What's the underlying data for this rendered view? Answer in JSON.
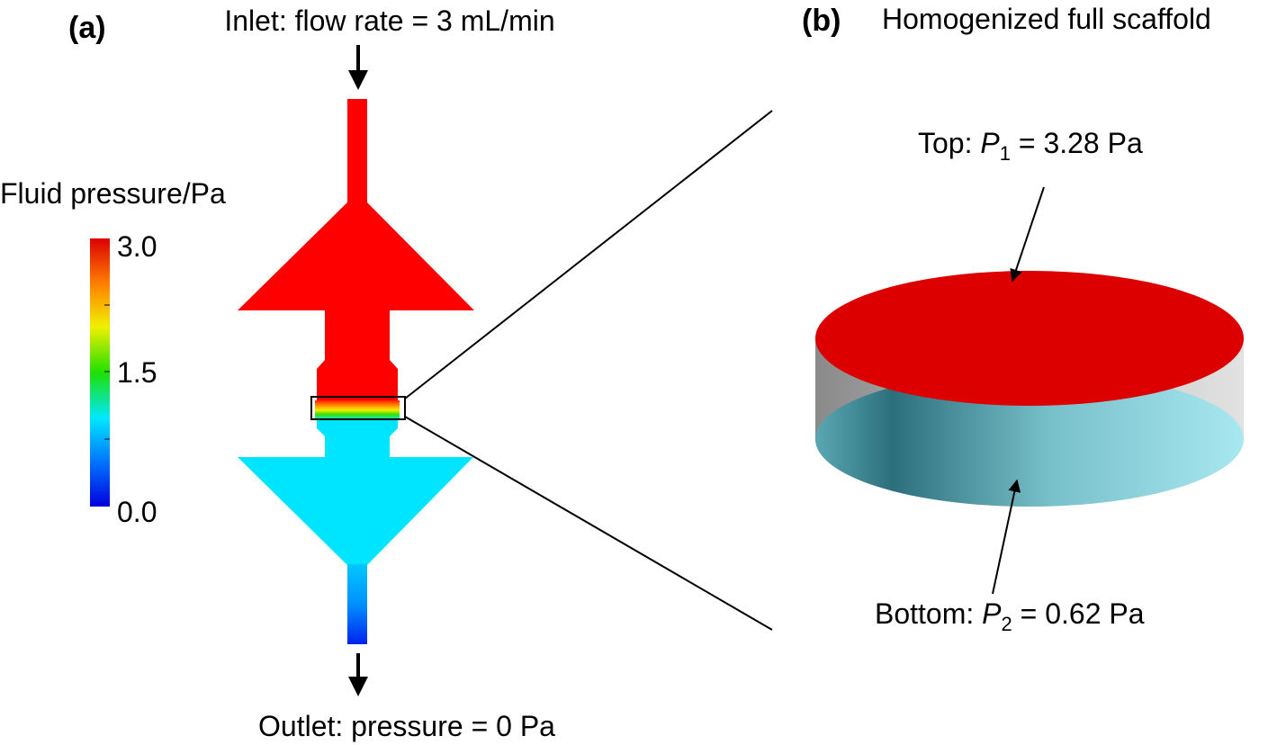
{
  "panel_a": {
    "label": "(a)",
    "inlet_text": "Inlet: flow rate = 3 mL/min",
    "outlet_text": "Outlet: pressure = 0 Pa",
    "colorbar": {
      "title": "Fluid pressure/Pa",
      "ticks": [
        "3.0",
        "1.5",
        "0.0"
      ],
      "colors": [
        "#dd0000",
        "#ff8000",
        "#f0f000",
        "#20e000",
        "#00e8ff",
        "#0070ff",
        "#0000dd"
      ]
    },
    "colors": {
      "high_pressure": "#ff0000",
      "low_pressure": "#00e5ff",
      "outlet_blue": "#0022ee"
    }
  },
  "panel_b": {
    "label": "(b)",
    "title": "Homogenized full scaffold",
    "top_prefix": "Top: ",
    "top_var": "P",
    "top_sub": "1",
    "top_value": " = 3.28 Pa",
    "bottom_prefix": "Bottom: ",
    "bottom_var": "P",
    "bottom_sub": "2",
    "bottom_value": " = 0.62 Pa",
    "colors": {
      "top_face": "#dd0000",
      "bottom_face": "#9fe0ea"
    }
  }
}
